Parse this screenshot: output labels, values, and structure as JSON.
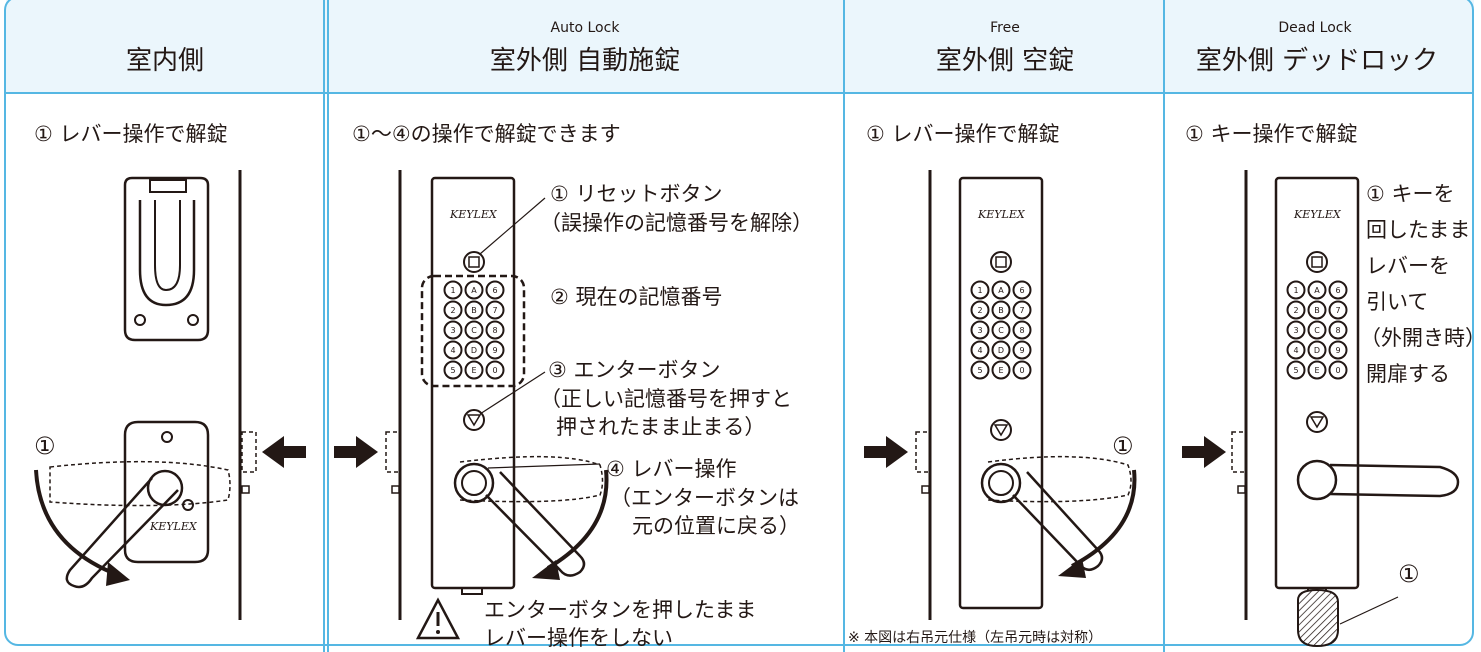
{
  "columns": [
    {
      "subtitle": "",
      "title": "室内側",
      "step": "① レバー操作で解錠"
    },
    {
      "subtitle": "Auto Lock",
      "title": "室外側 自動施錠",
      "step": "①〜④の操作で解錠できます"
    },
    {
      "subtitle": "Free",
      "title": "室外側 空錠",
      "step": "① レバー操作で解錠"
    },
    {
      "subtitle": "Dead Lock",
      "title": "室外側 デッドロック",
      "step": "① キー操作で解錠"
    }
  ],
  "callouts": {
    "reset_title": "① リセットボタン",
    "reset_desc": "（誤操作の記憶番号を解除）",
    "current_number": "② 現在の記憶番号",
    "enter_title": "③ エンターボタン",
    "enter_desc_1": "（正しい記憶番号を押すと",
    "enter_desc_2": "押されたまま止まる）",
    "lever_title": "④ レバー操作",
    "lever_desc_1": "（エンターボタンは",
    "lever_desc_2": "元の位置に戻る）"
  },
  "warning": {
    "line1": "エンターボタンを押したまま",
    "line2": "レバー操作をしない"
  },
  "deadlock_steps": [
    "① キーを",
    "回したまま",
    "レバーを",
    "引いて",
    "（外開き時）",
    "開扉する"
  ],
  "marker": "①",
  "note": "※ 本図は右吊元仕様（左吊元時は対称）",
  "brand": "KEYLEX",
  "keypad_rows": [
    [
      "1",
      "A",
      "6"
    ],
    [
      "2",
      "B",
      "7"
    ],
    [
      "3",
      "C",
      "8"
    ],
    [
      "4",
      "D",
      "9"
    ],
    [
      "5",
      "E",
      "0"
    ]
  ],
  "colors": {
    "accent": "#55b7e3",
    "header_bg": "#ebf6fc",
    "ink": "#231815"
  },
  "icons": [
    "arrow-left-icon",
    "arrow-right-icon",
    "warning-icon",
    "reset-button-icon",
    "enter-button-icon",
    "key-icon"
  ]
}
